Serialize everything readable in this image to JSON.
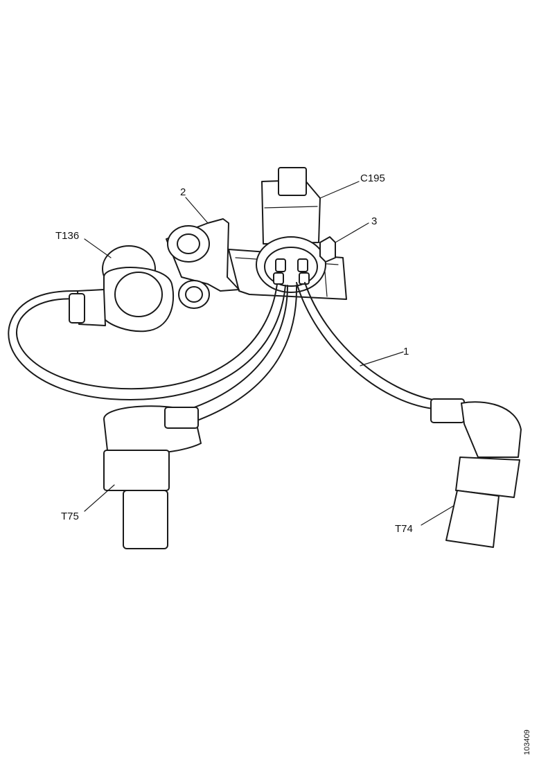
{
  "labels": {
    "c195": "C195",
    "n2": "2",
    "n3": "3",
    "t136": "T136",
    "n1": "1",
    "t75": "T75",
    "t74": "T74"
  },
  "figure_code": "103409"
}
